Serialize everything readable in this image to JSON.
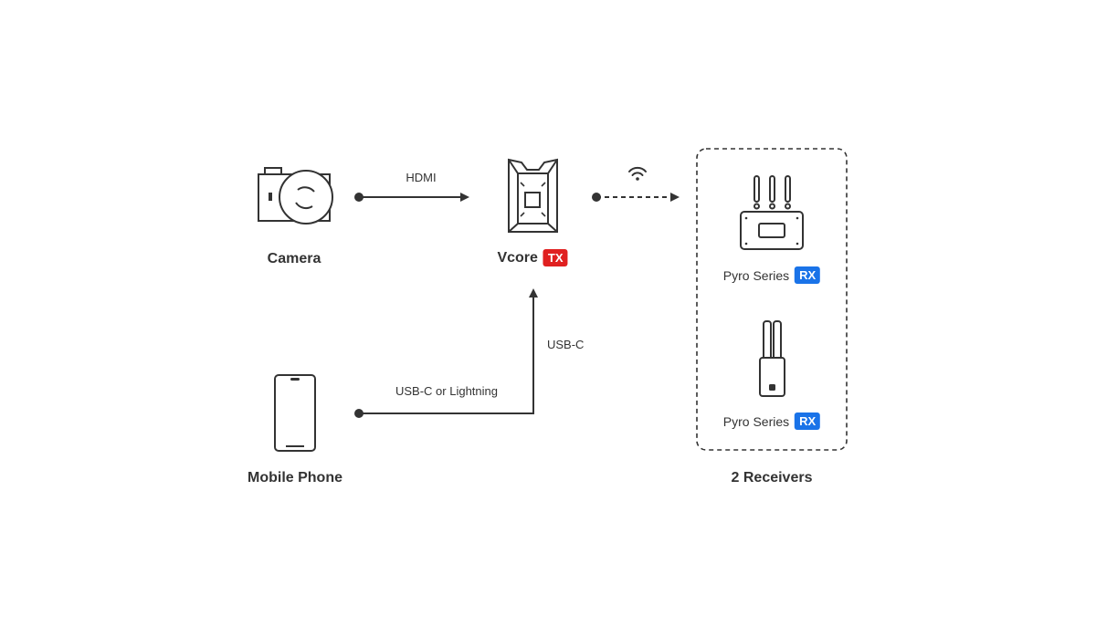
{
  "colors": {
    "line": "#333333",
    "tx_badge": "#e02020",
    "rx_badge": "#1a73e8",
    "text": "#333333"
  },
  "nodes": {
    "camera": {
      "label": "Camera",
      "icon": "camera-icon"
    },
    "vcore": {
      "label": "Vcore",
      "badge": "TX",
      "icon": "vcore-transmitter-icon"
    },
    "mobile": {
      "label": "Mobile Phone",
      "icon": "mobile-phone-icon"
    },
    "receivers": {
      "group_label": "2 Receivers",
      "items": [
        {
          "label": "Pyro Series",
          "badge": "RX",
          "icon": "pyro-monitor-receiver-icon"
        },
        {
          "label": "Pyro Series",
          "badge": "RX",
          "icon": "pyro-compact-receiver-icon"
        }
      ]
    }
  },
  "links": {
    "camera_to_vcore": "HDMI",
    "phone_to_vcore_a": "USB-C or Lightning",
    "phone_to_vcore_b": "USB-C",
    "wireless_icon": "wifi-icon"
  }
}
